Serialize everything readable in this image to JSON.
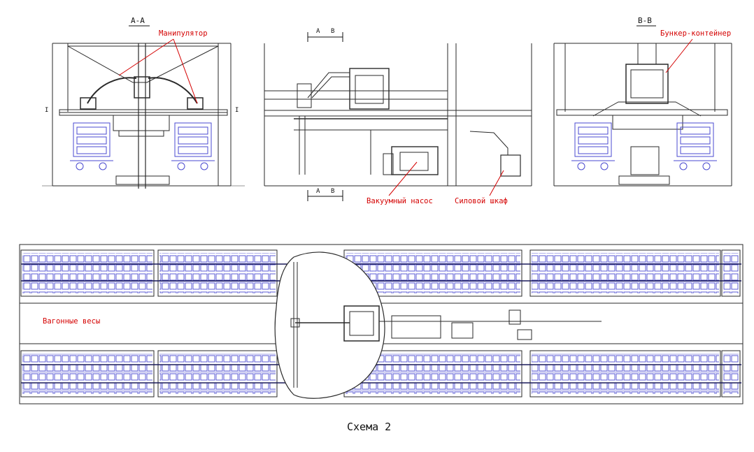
{
  "sections": {
    "aa": "A-A",
    "bb": "B-B",
    "mark_a": "A",
    "mark_b": "B",
    "mark_one": "I"
  },
  "labels": {
    "manipulator": "Манипулятор",
    "bunker_container": "Бункер-контейнер",
    "vacuum_pump": "Вакуумный насос",
    "power_cabinet": "Силовой шкаф",
    "wagon_scales": "Вагонные весы"
  },
  "caption": "Схема 2",
  "colors": {
    "line": "#2a2a2a",
    "wagon": "#4a4ad0",
    "annotation": "#d40000"
  }
}
